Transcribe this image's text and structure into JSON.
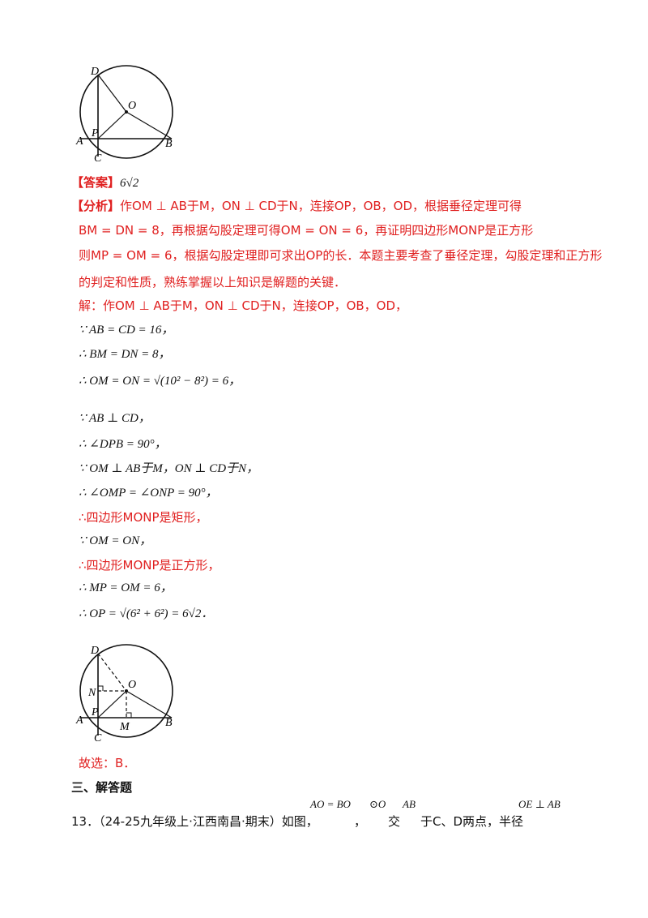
{
  "figure1": {
    "labels": {
      "D": "D",
      "O": "O",
      "P": "P",
      "A": "A",
      "B": "B",
      "C": "C"
    }
  },
  "answer": {
    "label": "【答案】",
    "value": "6√2"
  },
  "analysis": {
    "label": "【分析】",
    "line1": "作OM ⊥ AB于M，ON ⊥ CD于N，连接OP，OB，OD，根据垂径定理可得",
    "line2": "BM = DN = 8，再根据勾股定理可得OM = ON = 6，再证明四边形MONP是正方形",
    "line3": "则MP = OM = 6，根据勾股定理即可求出OP的长．本题主要考查了垂径定理，勾股定理和正方形",
    "line4": "的判定和性质，熟练掌握以上知识是解题的关键．"
  },
  "solution": {
    "s1": "解：作OM ⊥ AB于M，ON ⊥ CD于N，连接OP，OB，OD，",
    "s2": "∵ AB = CD = 16，",
    "s3": "∴ BM = DN = 8，",
    "s4": "∴ OM = ON = √(10² − 8²) = 6，",
    "s5": "∵ AB ⊥ CD，",
    "s6": "∴ ∠DPB = 90°，",
    "s7": "∵ OM ⊥ AB于M，ON ⊥ CD于N，",
    "s8": "∴ ∠OMP = ∠ONP = 90°，",
    "s9": "∴四边形MONP是矩形，",
    "s10": "∵ OM = ON，",
    "s11": "∴四边形MONP是正方形，",
    "s12": "∴ MP = OM = 6，",
    "s13": "∴ OP = √(6² + 6²) = 6√2．"
  },
  "figure2": {
    "labels": {
      "D": "D",
      "O": "O",
      "N": "N",
      "P": "P",
      "A": "A",
      "M": "M",
      "B": "B",
      "C": "C"
    }
  },
  "choice": "故选：B．",
  "section": "三、解答题",
  "question13": {
    "number": "13．",
    "source": "（24-25九年级上·江西南昌·期末）如图，",
    "expr1": "AO = BO",
    "sep": "，",
    "circle": "⊙O",
    "jiao": "交",
    "ab": "AB",
    "rest": "于C、D两点，半径",
    "expr2": "OE ⊥ AB"
  },
  "colors": {
    "red": "#e02020",
    "text": "#111111"
  }
}
